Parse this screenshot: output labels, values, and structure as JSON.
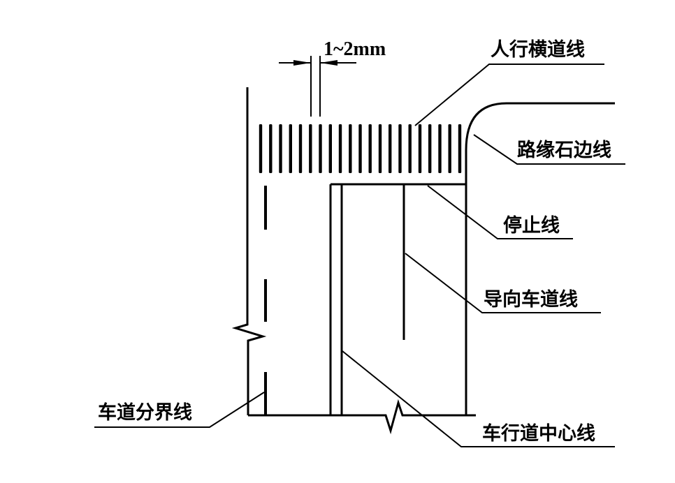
{
  "dimension": {
    "text": "1~2mm"
  },
  "labels": {
    "crosswalk": "人行横道线",
    "curb": "路缘石边线",
    "stop_line": "停止线",
    "guide_lane": "导向车道线",
    "center_line": "车行道中心线",
    "lane_divider": "车道分界线"
  }
}
